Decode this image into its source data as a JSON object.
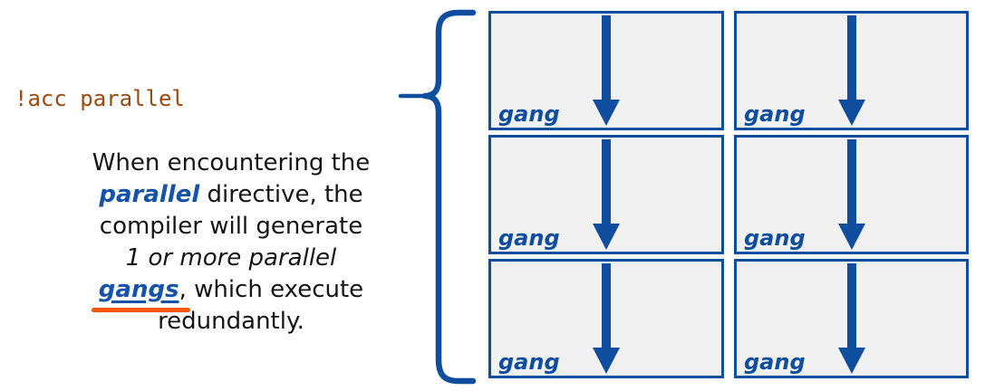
{
  "slide": {
    "code_label": "!acc parallel",
    "paragraph": {
      "line1": "When encountering the",
      "line2_keyword": "parallel",
      "line2_rest": " directive, the",
      "line3": "compiler will generate",
      "line4": "1 or more parallel",
      "line5_keyword": "gangs",
      "line5_rest": ", which execute",
      "line6": "redundantly."
    }
  },
  "diagram": {
    "brace_icon": "left-curly-brace",
    "arrow_icon": "down-arrow",
    "rows": 3,
    "cols": 2,
    "cells": [
      {
        "label": "gang"
      },
      {
        "label": "gang"
      },
      {
        "label": "gang"
      },
      {
        "label": "gang"
      },
      {
        "label": "gang"
      },
      {
        "label": "gang"
      }
    ]
  },
  "colors": {
    "accent_blue": "#0f4d9e",
    "keyword_blue": "#1553a8",
    "highlight_orange": "#f5560a",
    "code_brown": "#9c4a0e",
    "box_fill": "#f1f1f2",
    "body_text": "#151515"
  }
}
